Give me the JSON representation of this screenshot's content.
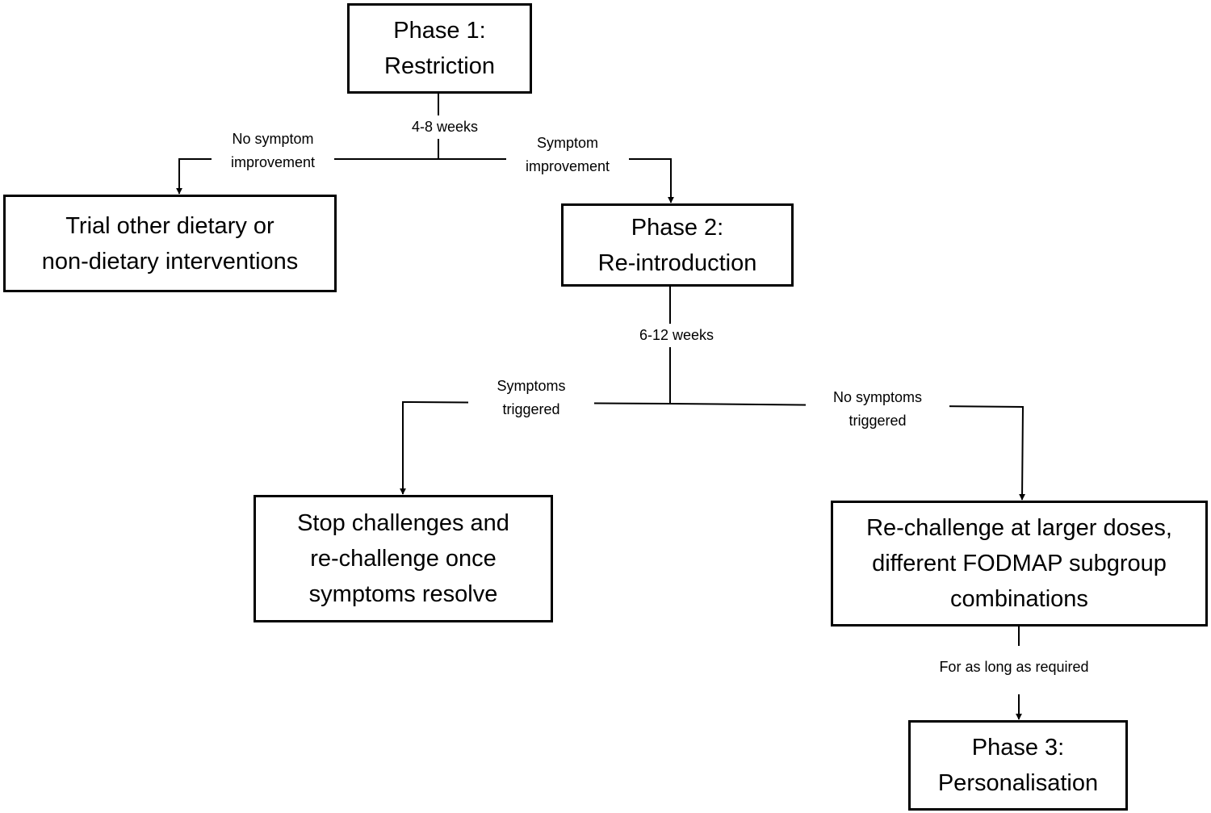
{
  "boxes": {
    "phase1": "Phase 1:\nRestriction",
    "trial": "Trial other dietary or\nnon-dietary interventions",
    "phase2": "Phase 2:\nRe-introduction",
    "stop": "Stop challenges and\nre-challenge once\nsymptoms resolve",
    "rechallenge": "Re-challenge at larger doses,\ndifferent FODMAP subgroup\ncombinations",
    "phase3": "Phase 3:\nPersonalisation"
  },
  "labels": {
    "weeks_4_8": "4-8 weeks",
    "no_symptom_improvement": "No symptom\nimprovement",
    "symptom_improvement": "Symptom\nimprovement",
    "weeks_6_12": "6-12 weeks",
    "symptoms_triggered": "Symptoms\ntriggered",
    "no_symptoms_triggered": "No symptoms\ntriggered",
    "for_as_long": "For as long as required"
  },
  "colors": {
    "line": "#000000",
    "background": "#ffffff"
  }
}
